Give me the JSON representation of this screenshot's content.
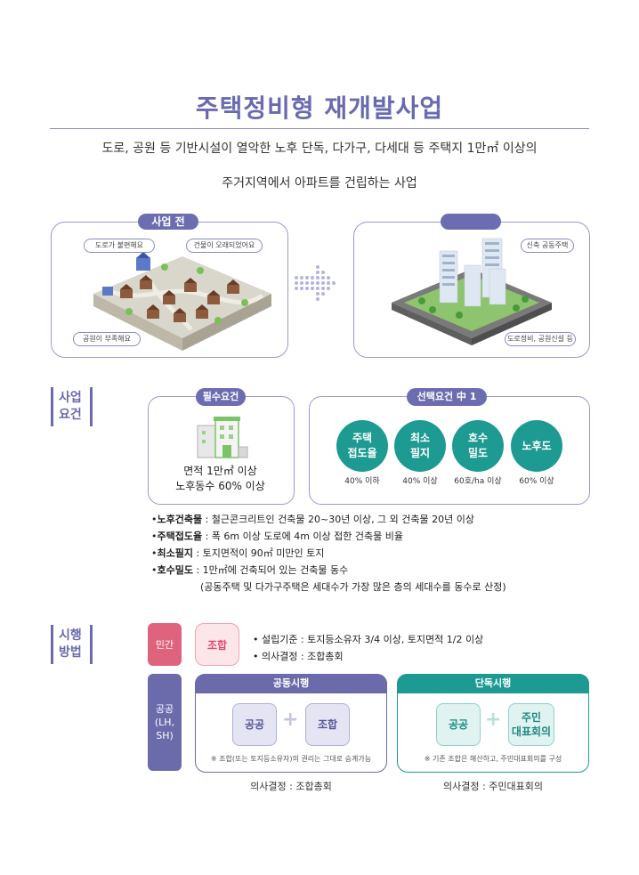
{
  "title": "주택정비형 재개발사업",
  "description_line1": "도로, 공원 등 기반시설이 열악한 노후 단독, 다가구, 다세대 등 주택지 1만㎡ 이상의",
  "description_line2": "주거지역에서 아파트를 건립하는 사업",
  "before": {
    "header": "사업 전",
    "tags": [
      "도로가 불편해요",
      "건물이 오래되었어요",
      "공원이 부족해요"
    ]
  },
  "after": {
    "header": "",
    "tags": [
      "신축 공동주택",
      "도로정비, 공원신설 등"
    ]
  },
  "requirements": {
    "section_label": [
      "사업",
      "요건"
    ],
    "required": {
      "header": "필수요건",
      "lines": [
        "면적 1만㎡ 이상",
        "노후동수  60% 이상"
      ]
    },
    "choice": {
      "header": "선택요건 中 1",
      "items": [
        {
          "label": "주택\n접도율",
          "value": "40% 이하"
        },
        {
          "label": "최소\n필지",
          "value": "40% 이상"
        },
        {
          "label": "호수\n밀도",
          "value": "60호/ha 이상"
        },
        {
          "label": "노후도",
          "value": "60% 이상"
        }
      ]
    },
    "notes": [
      {
        "term": "노후건축물",
        "text": " : 철근콘크리트인 건축물 20~30년 이상, 그 외 건축물 20년 이상"
      },
      {
        "term": "주택접도율",
        "text": " : 폭 6m 이상 도로에 4m 이상 접한 건축물 비율"
      },
      {
        "term": "최소필지",
        "text": " : 토지면적이 90㎡ 미만인 토지"
      },
      {
        "term": "호수밀도",
        "text": " : 1만㎡에 건축되어 있는 건축물 동수"
      }
    ],
    "notes_sub": "(공동주택 및 다가구주택은 세대수가 가장 많은 층의 세대수를 동수로 산정)"
  },
  "methods": {
    "section_label": [
      "시행",
      "방법"
    ],
    "private": {
      "tag": "민간",
      "org": "조합",
      "bullets": [
        "• 설립기준 : 토지등소유자 3/4 이상, 토지면적 1/2 이상",
        "• 의사결정 : 조합총회"
      ]
    },
    "public": {
      "tag": "공공\n(LH,\nSH)",
      "joint": {
        "header": "공동시행",
        "left": "공공",
        "right": "조합",
        "note": "※ 조합(또는 토지등소유자)의 권리는 그대로 승계가능",
        "decision": "의사결정 : 조합총회"
      },
      "sole": {
        "header": "단독시행",
        "left": "공공",
        "right": "주민\n대표회의",
        "note": "※ 기존 조합은 해산하고, 주민대표회의를 구성",
        "decision": "의사결정 : 주민대표회의"
      }
    }
  },
  "colors": {
    "purple": "#6a6aaf",
    "teal": "#1d9a92",
    "pink": "#e0637d",
    "green_building": "#7cc46a"
  }
}
